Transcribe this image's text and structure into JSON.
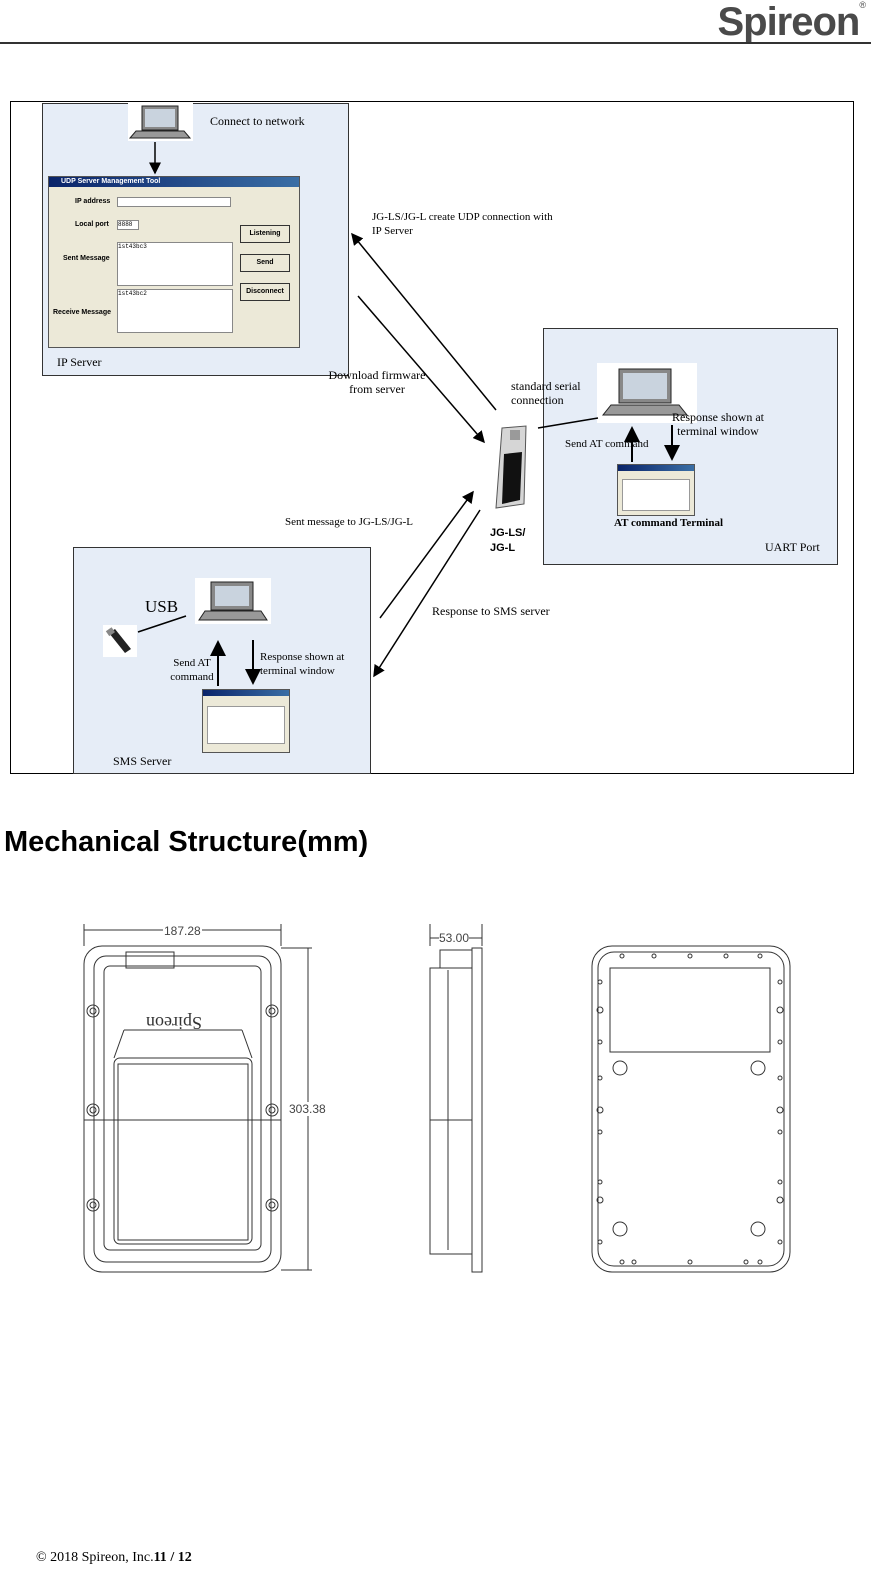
{
  "header": {
    "logo_text": "Spireon",
    "logo_mark": "®"
  },
  "diagram": {
    "ip_server": {
      "connect_label": "Connect to network",
      "panel_label": "IP Server",
      "window_title": "UDP Server Management Tool",
      "ip_address_label": "IP address",
      "local_port_label": "Local port",
      "local_port_value": "8888",
      "sent_message_label": "Sent Message",
      "sent_message_value": "1st43bc3",
      "receive_message_label": "Receive Message",
      "receive_message_value": "1st43bc2",
      "listening_button": "Listening",
      "send_button": "Send",
      "disconnect_button": "Disconnect"
    },
    "udp_label": "JG-LS/JG-L create UDP connection with IP Server",
    "download_label": "Download firmware from server",
    "serial_label": "standard serial connection",
    "device_label_line1": "JG-LS/",
    "device_label_line2": "JG-L",
    "uart": {
      "send_at_label": "Send AT command",
      "response_label": "Response shown at terminal window",
      "terminal_label": "AT command Terminal",
      "panel_label": "UART Port"
    },
    "sent_sms_label": "Sent message to JG-LS/JG-L",
    "response_sms_label": "Response to SMS server",
    "sms_server": {
      "usb_label": "USB",
      "send_at_label": "Send AT command",
      "response_label": "Response shown at terminal window",
      "panel_label": "SMS Server"
    }
  },
  "section_title": "Mechanical Structure(mm)",
  "drawing": {
    "width_dim": "187.28",
    "height_dim": "303.38",
    "depth_dim": "53.00",
    "mirrored_brand": "Spireon"
  },
  "footer": {
    "copyright": "© 2018 Spireon, Inc.",
    "page_current": "11",
    "page_sep": " / ",
    "page_total": "12"
  }
}
